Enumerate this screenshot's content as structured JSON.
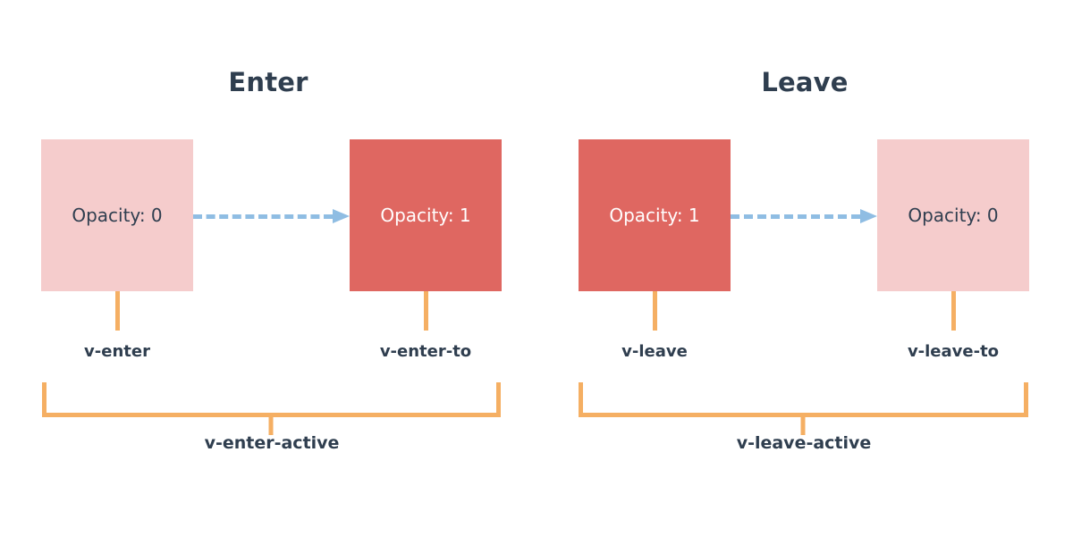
{
  "diagram": {
    "title_color": "#2F3E4F",
    "accent_orange": "#F5AF63",
    "arrow_blue": "#8FBDE3",
    "box_faded_color": "#F5CCCC",
    "box_solid_color": "#DF6761"
  },
  "panels": [
    {
      "title": "Enter",
      "from_box": {
        "text": "Opacity: 0",
        "style": "faded",
        "label": "v-enter"
      },
      "to_box": {
        "text": "Opacity: 1",
        "style": "solid",
        "label": "v-enter-to"
      },
      "active_label": "v-enter-active"
    },
    {
      "title": "Leave",
      "from_box": {
        "text": "Opacity: 1",
        "style": "solid",
        "label": "v-leave"
      },
      "to_box": {
        "text": "Opacity: 0",
        "style": "faded",
        "label": "v-leave-to"
      },
      "active_label": "v-leave-active"
    }
  ]
}
